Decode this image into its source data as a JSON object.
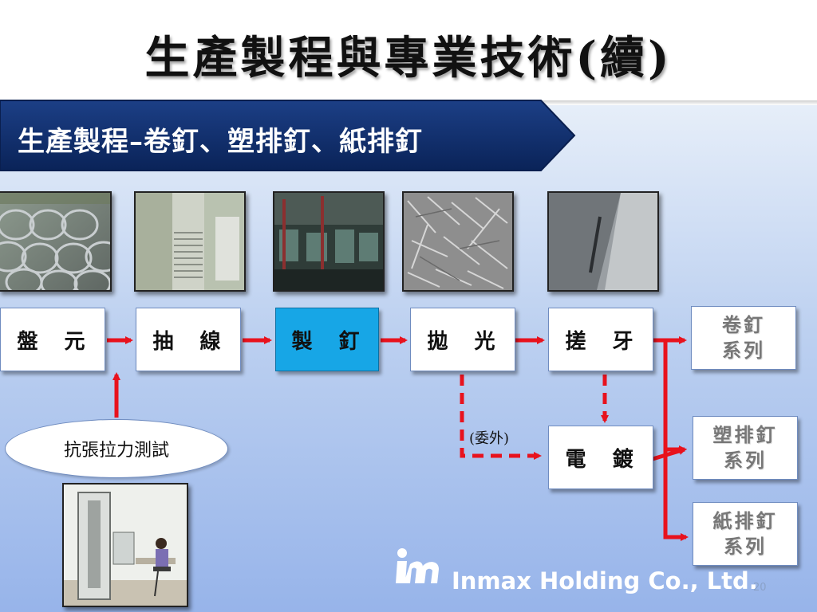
{
  "slide": {
    "title": "生產製程與專業技術(續)",
    "section_banner": "生產製程–卷釘、塑排釘、紙排釘",
    "page_number": "20"
  },
  "process_steps": [
    {
      "label": "盤 元",
      "active": false
    },
    {
      "label": "抽 線",
      "active": false
    },
    {
      "label": "製 釘",
      "active": true
    },
    {
      "label": "拋 光",
      "active": false
    },
    {
      "label": "搓 牙",
      "active": false
    }
  ],
  "plating_step": {
    "label": "電 鍍"
  },
  "outsourced_note": "(委外)",
  "test_label": "抗張拉力測試",
  "outputs": [
    {
      "line1": "卷釘",
      "line2": "系列"
    },
    {
      "line1": "塑排釘",
      "line2": "系列"
    },
    {
      "line1": "紙排釘",
      "line2": "系列"
    }
  ],
  "footer": {
    "company": "Inmax Holding Co., Ltd."
  },
  "colors": {
    "banner": "#0f2f6e",
    "active_step": "#17a6e6",
    "arrow": "#e8121d",
    "background_bottom": "#97b4ea"
  },
  "photos": [
    "wire-coil-photo",
    "wire-drawing-photo",
    "nail-making-machine-photo",
    "polished-nails-photo",
    "thread-rolling-photo",
    "tensile-test-photo"
  ]
}
